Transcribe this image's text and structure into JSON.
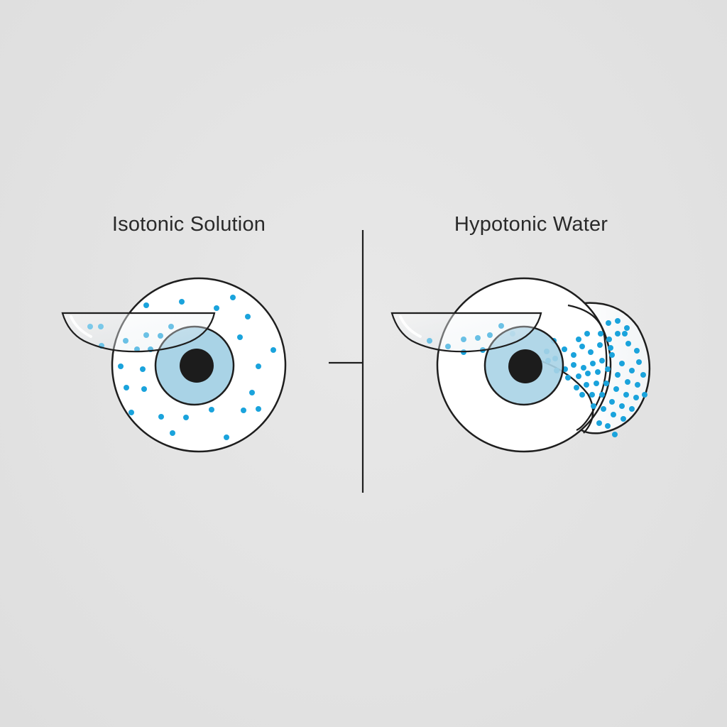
{
  "panels": {
    "left": {
      "title": "Isotonic Solution"
    },
    "right": {
      "title": "Hypotonic Water"
    }
  },
  "colors": {
    "background": "#e3e3e3",
    "outline": "#1e1e1e",
    "eye_white": "#ffffff",
    "iris": "#a9d3e6",
    "pupil": "#1c1c1c",
    "particle": "#1aa3dc",
    "lens_tint": "#eef3f6"
  },
  "icons": {
    "left_eye": "eye-icon",
    "right_eye": "swollen-eye-icon",
    "divider": "vertical-divider"
  }
}
